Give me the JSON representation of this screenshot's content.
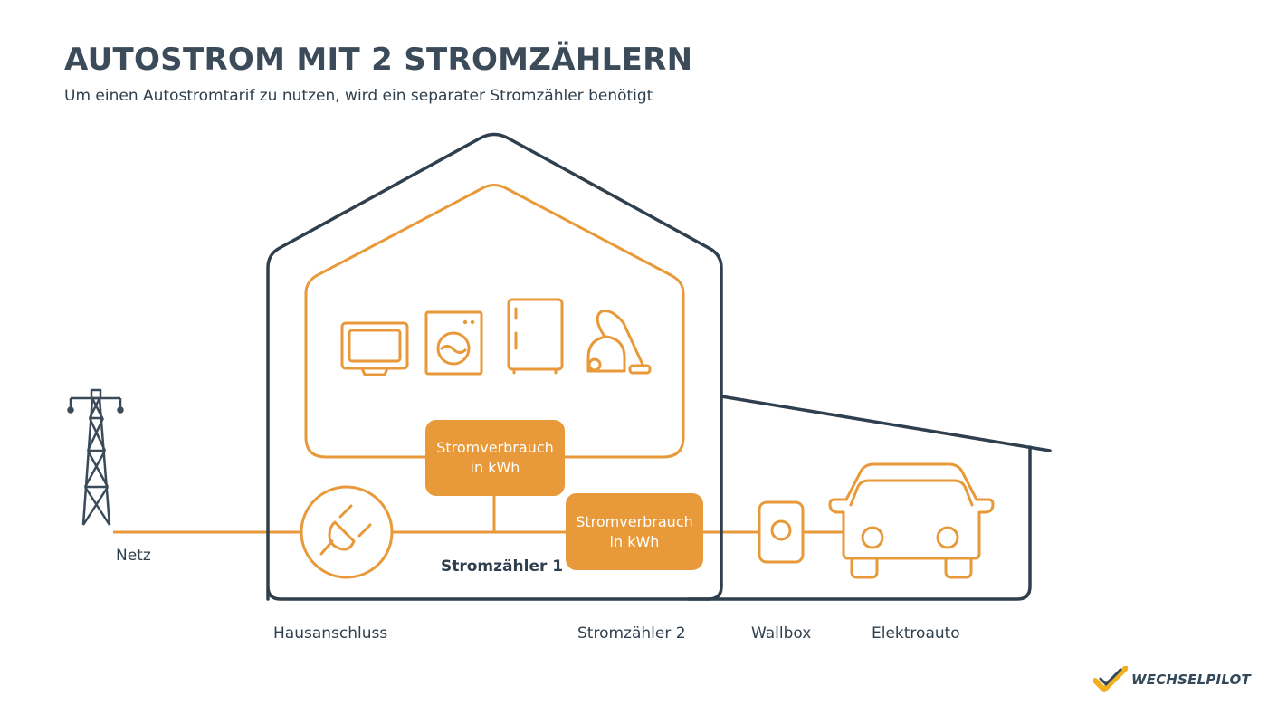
{
  "header": {
    "title": "AUTOSTROM MIT 2 STROMZÄHLERN",
    "subtitle": "Um einen Autostromtarif zu nutzen, wird ein separater Stromzähler benötigt"
  },
  "meters": {
    "meter1_line1": "Stromverbrauch",
    "meter1_line2": "in kWh",
    "meter2_line1": "Stromverbrauch",
    "meter2_line2": "in kWh"
  },
  "labels": {
    "grid": "Netz",
    "house_connection": "Hausanschluss",
    "meter1": "Stromzähler 1",
    "meter2": "Stromzähler 2",
    "wallbox": "Wallbox",
    "ev": "Elektroauto"
  },
  "logo": {
    "text": "WECHSELPILOT"
  },
  "colors": {
    "orange": "#e89a3a",
    "dark": "#2f3f4d"
  },
  "icons": [
    "pylon-icon",
    "tv-icon",
    "washing-machine-icon",
    "fridge-icon",
    "vacuum-icon",
    "plug-icon",
    "wallbox-icon",
    "car-icon"
  ]
}
